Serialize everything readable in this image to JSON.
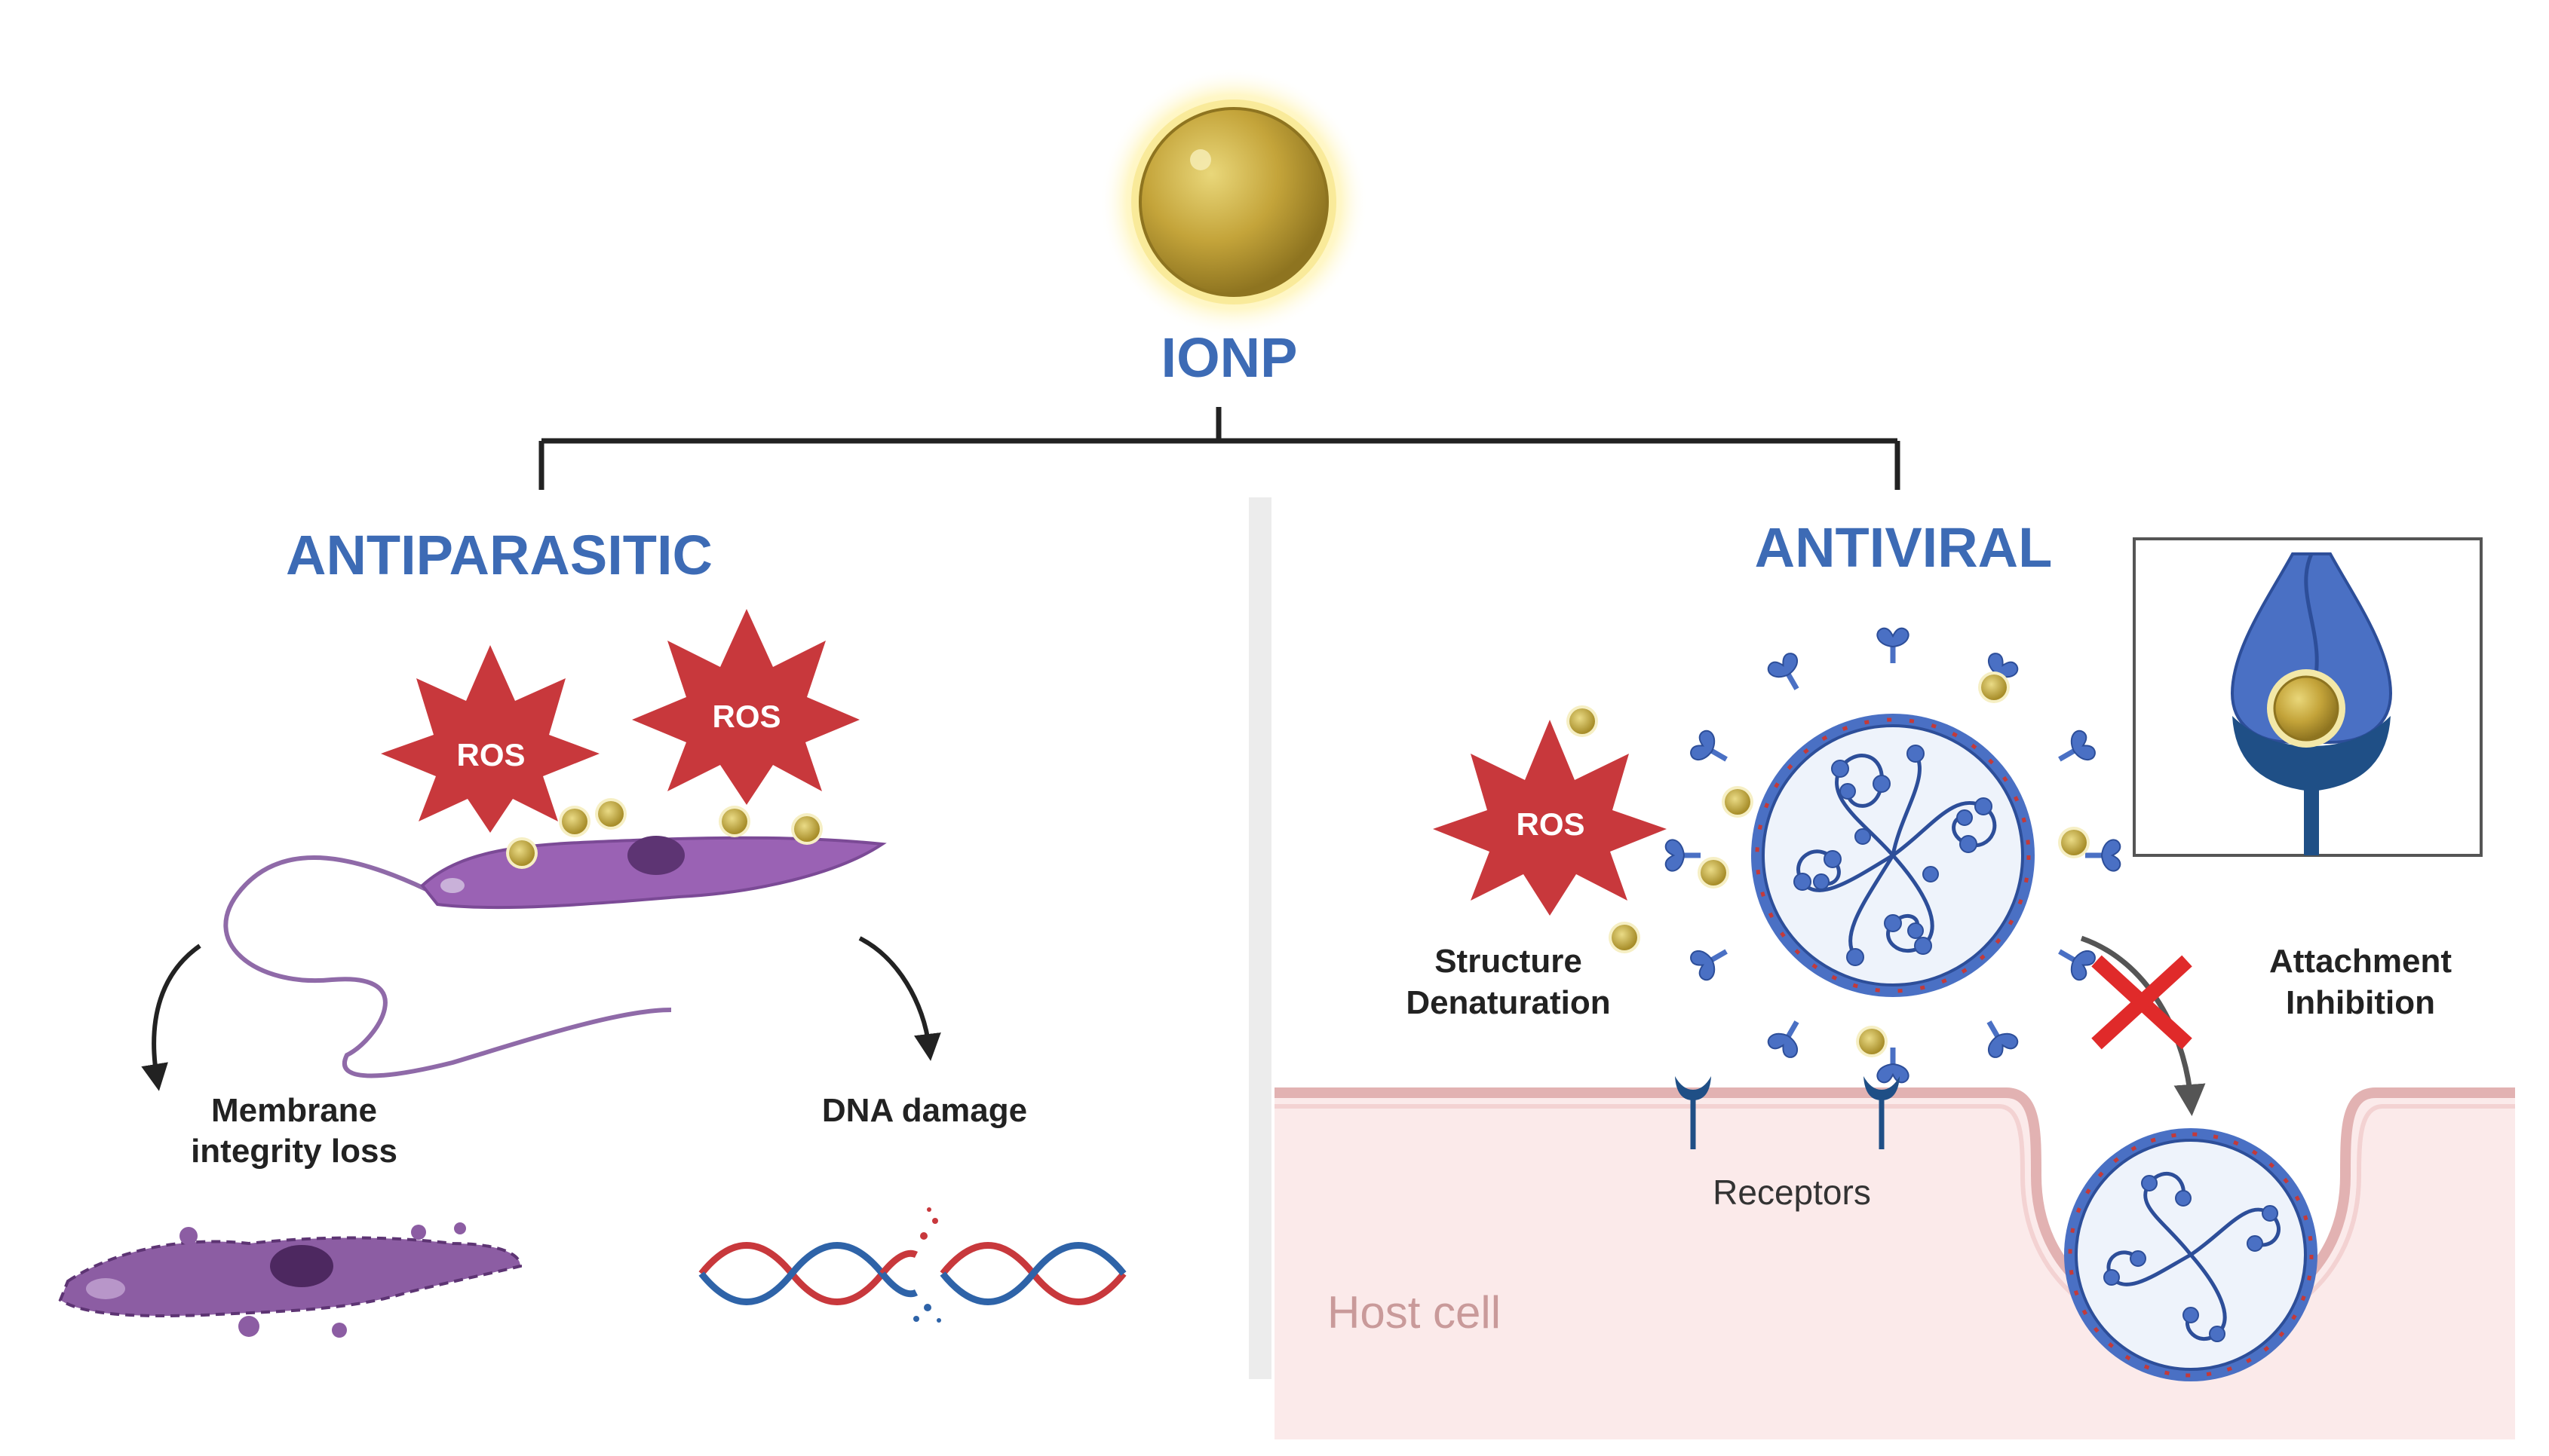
{
  "center": {
    "title": "IONP"
  },
  "left": {
    "title": "ANTIPARASITIC",
    "ros_labels": [
      "ROS",
      "ROS"
    ],
    "membrane_line1": "Membrane",
    "membrane_line2": "integrity loss",
    "dna": "DNA damage"
  },
  "right": {
    "title": "ANTIVIRAL",
    "ros_label": "ROS",
    "structure_line1": "Structure",
    "structure_line2": "Denaturation",
    "attach_line1": "Attachment",
    "attach_line2": "Inhibition",
    "receptors": "Receptors",
    "host_cell": "Host cell"
  },
  "colors": {
    "title_blue": "#3d6bb5",
    "ros_red": "#c8383c",
    "nanoparticle_gold": "#c9a93a",
    "parasite_purple": "#9a62b4",
    "virus_blue": "#4a70c4",
    "spike_red": "#c33a3a",
    "host_pink": "#fbeaea",
    "inhibit_red": "#e02a2a"
  }
}
